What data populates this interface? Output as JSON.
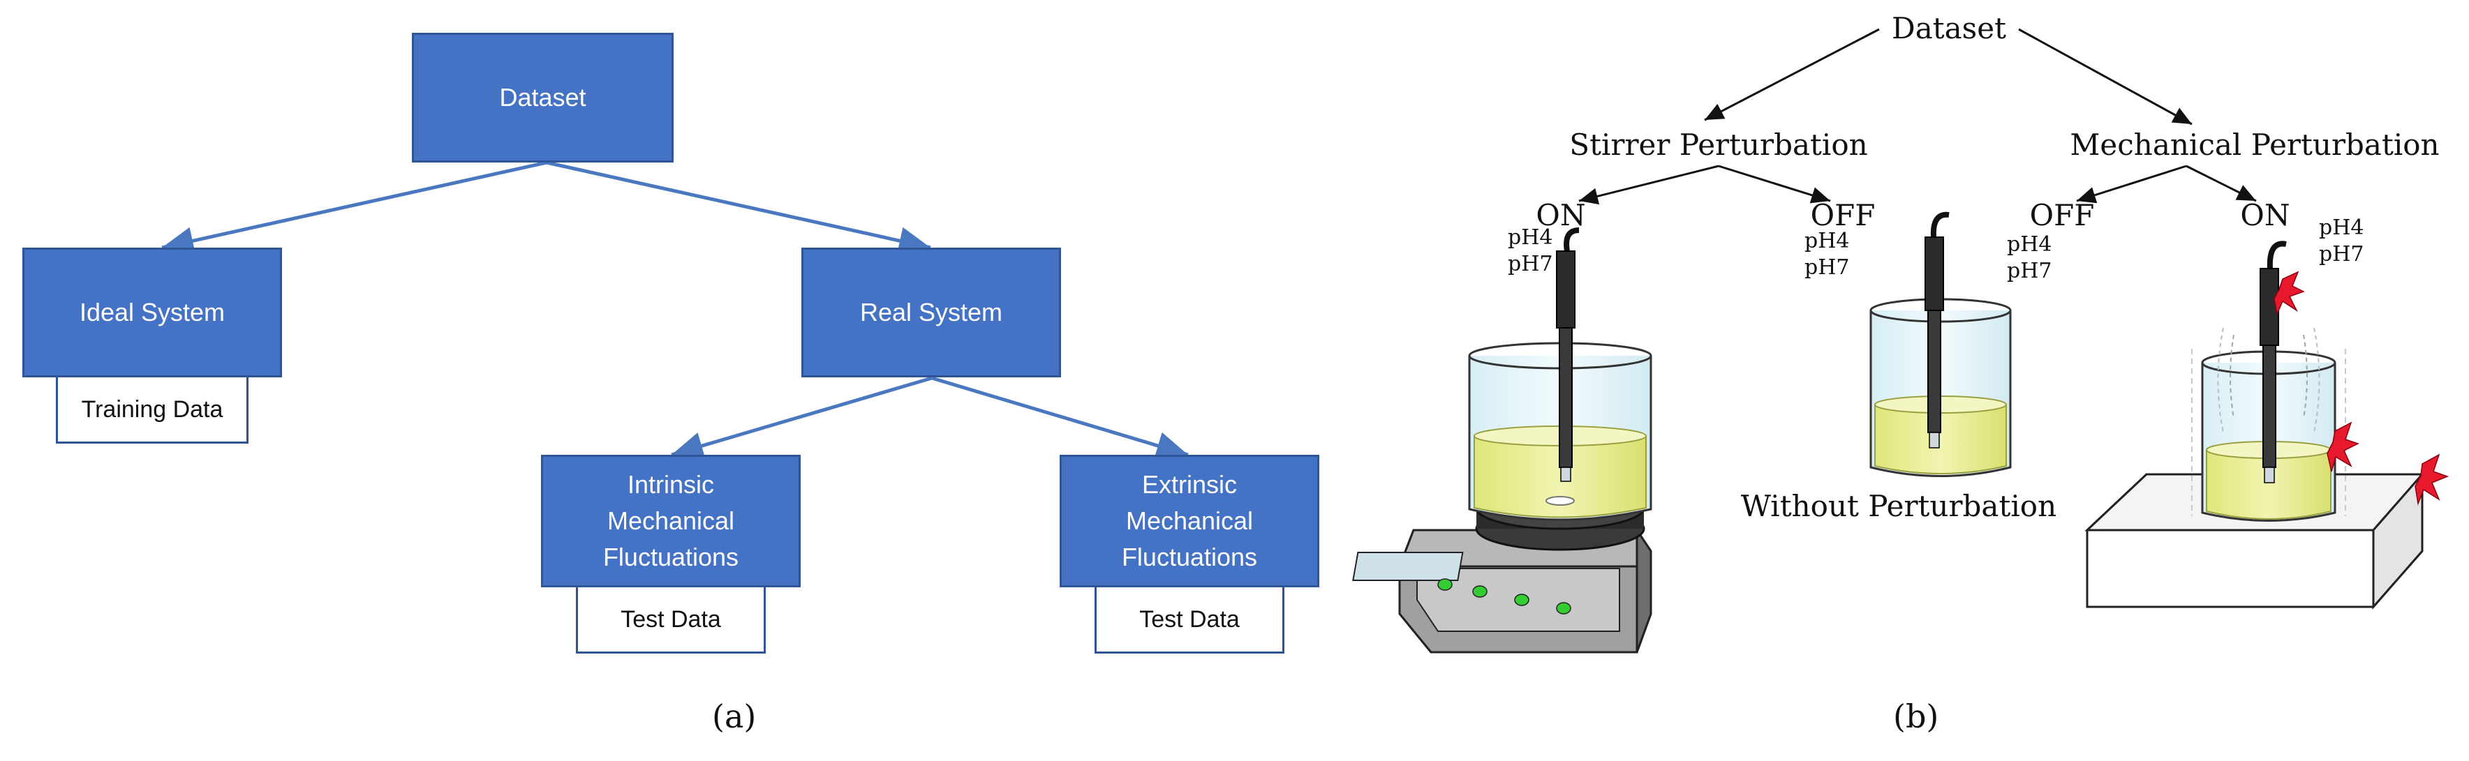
{
  "panel_a": {
    "root": "Dataset",
    "ideal": "Ideal System",
    "ideal_data": "Training Data",
    "real": "Real System",
    "intrinsic": [
      "Intrinsic",
      "Mechanical",
      "Fluctuations"
    ],
    "intrinsic_data": "Test Data",
    "extrinsic": [
      "Extrinsic",
      "Mechanical",
      "Fluctuations"
    ],
    "extrinsic_data": "Test Data",
    "caption": "(a)"
  },
  "panel_b": {
    "root": "Dataset",
    "stirrer": "Stirrer Perturbation",
    "mechanical": "Mechanical Perturbation",
    "on_left": "ON",
    "off_left": "OFF",
    "off_right": "OFF",
    "on_right": "ON",
    "ph4": "pH4",
    "ph7": "pH7",
    "without": "Without Perturbation",
    "caption": "(b)"
  },
  "colors": {
    "box_fill": "#4472c4",
    "box_border": "#2f5597",
    "arrow": "#4a78c0",
    "liquid": "#e6ec8a",
    "beaker": "#e3f3f8",
    "spark": "#e8192c"
  }
}
